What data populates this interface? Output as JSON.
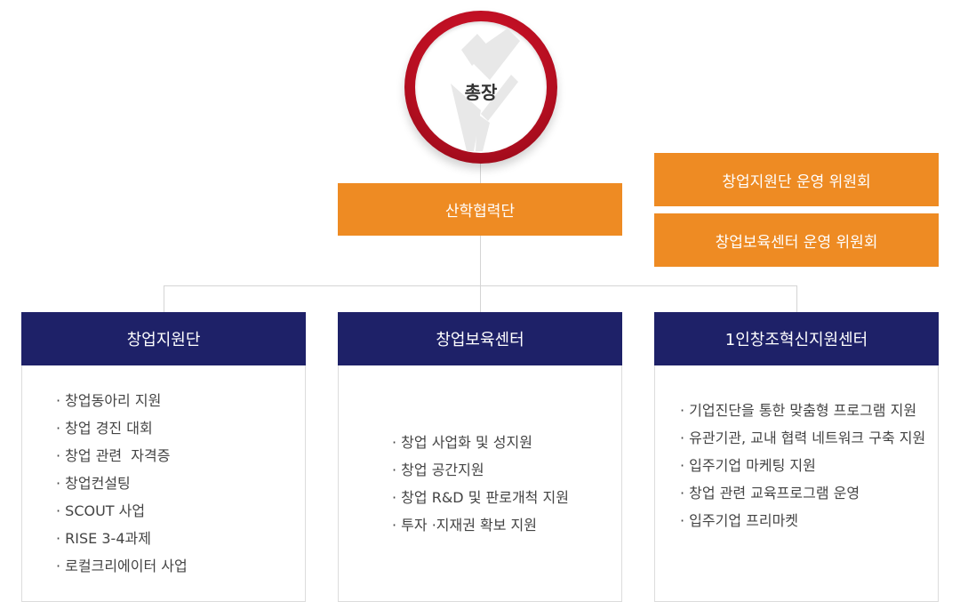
{
  "president": {
    "label": "총장",
    "emblem_icon": "torch-book-emblem-icon"
  },
  "coop": {
    "label": "산학협력단"
  },
  "committees": [
    {
      "label": "창업지원단 운영 위원회"
    },
    {
      "label": "창업보육센터 운영 위원회"
    }
  ],
  "units": [
    {
      "title": "창업지원단",
      "items": [
        "창업동아리 지원",
        "창업 경진 대회",
        "창업 관련  자격증",
        "창업컨설팅",
        "SCOUT 사업",
        "RISE 3-4과제",
        "로컬크리에이터 사업"
      ]
    },
    {
      "title": "창업보육센터",
      "items": [
        "창업 사업화 및 성지원",
        "창업 공간지원",
        "창업 R&D 및 판로개척 지원",
        "투자 ·지재권 확보 지원"
      ]
    },
    {
      "title": "1인창조혁신지원센터",
      "items": [
        "기업진단을 통한 맞춤형 프로그램 지원",
        "유관기관, 교내 협력 네트워크 구축 지원",
        "입주기업 마케팅 지원",
        "창업 관련 교육프로그램 운영",
        "입주기업 프리마켓"
      ]
    }
  ],
  "colors": {
    "orange": "#ee8b23",
    "navy": "#1e2168",
    "red": "#b40e20"
  }
}
